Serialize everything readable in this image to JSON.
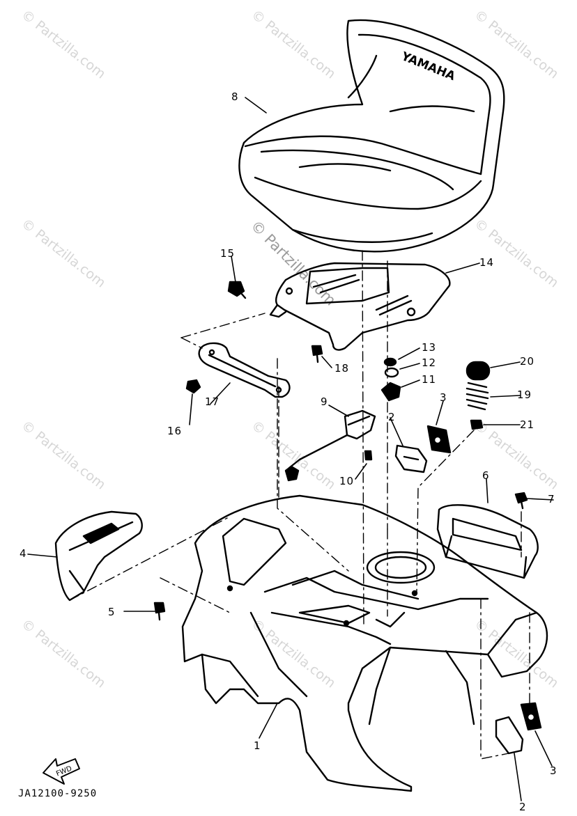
{
  "watermark": "© Partzilla.com",
  "seat_brand": "YAMAHA",
  "fwd_label": "FWD",
  "diagram_code": "JA12100-9250",
  "callouts": [
    {
      "id": "c1",
      "n": "1"
    },
    {
      "id": "c2a",
      "n": "2"
    },
    {
      "id": "c2b",
      "n": "2"
    },
    {
      "id": "c3a",
      "n": "3"
    },
    {
      "id": "c3b",
      "n": "3"
    },
    {
      "id": "c4",
      "n": "4"
    },
    {
      "id": "c5",
      "n": "5"
    },
    {
      "id": "c6",
      "n": "6"
    },
    {
      "id": "c7",
      "n": "7"
    },
    {
      "id": "c8",
      "n": "8"
    },
    {
      "id": "c9",
      "n": "9"
    },
    {
      "id": "c10",
      "n": "10"
    },
    {
      "id": "c11",
      "n": "11"
    },
    {
      "id": "c12",
      "n": "12"
    },
    {
      "id": "c13",
      "n": "13"
    },
    {
      "id": "c14",
      "n": "14"
    },
    {
      "id": "c15",
      "n": "15"
    },
    {
      "id": "c16",
      "n": "16"
    },
    {
      "id": "c17",
      "n": "17"
    },
    {
      "id": "c18",
      "n": "18"
    },
    {
      "id": "c19",
      "n": "19"
    },
    {
      "id": "c20",
      "n": "20"
    },
    {
      "id": "c21",
      "n": "21"
    }
  ]
}
